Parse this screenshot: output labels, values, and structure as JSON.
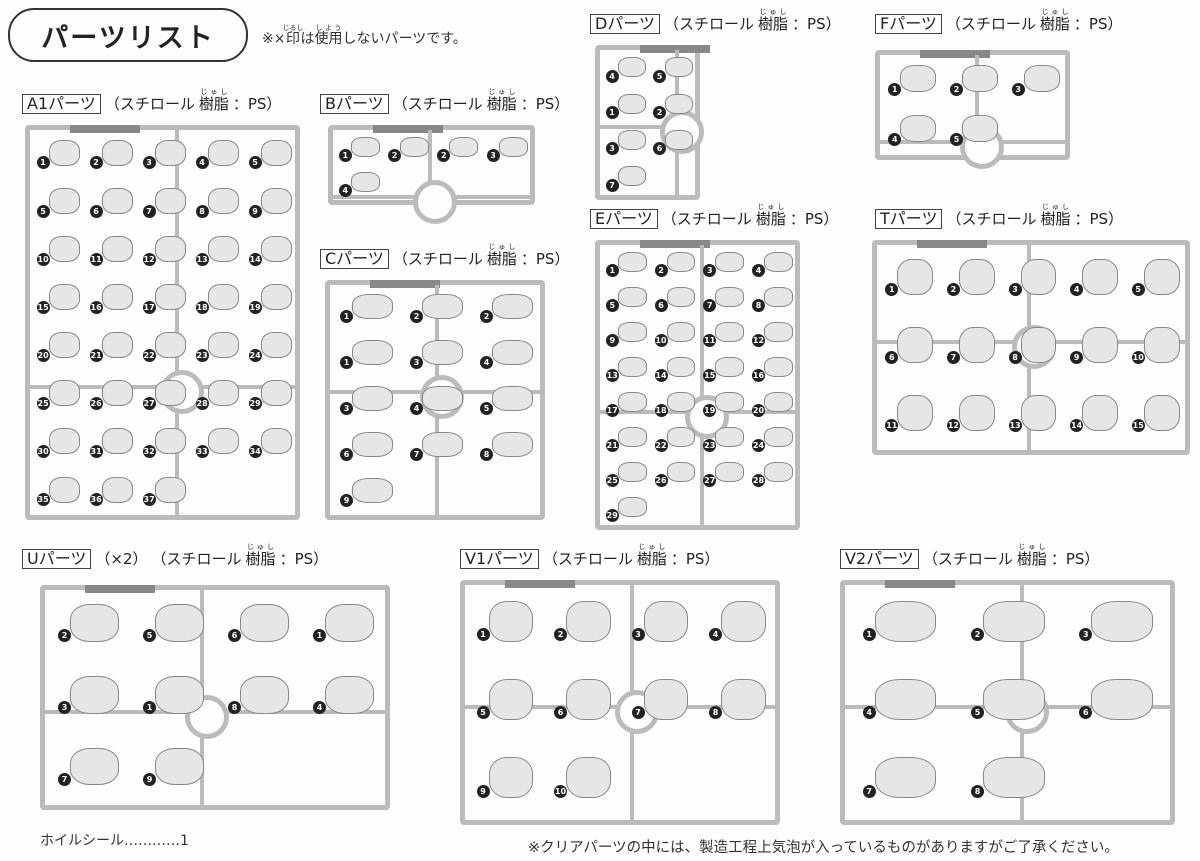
{
  "header": {
    "title": "パーツリスト",
    "note_prefix": "※×",
    "note_mark": "印",
    "note_mark_ruby": "じるし",
    "note_mid": "は",
    "note_use": "使用",
    "note_use_ruby": "しよう",
    "note_suffix": "しないパーツです。"
  },
  "material": {
    "pre": "（スチロール",
    "kanji": "樹脂",
    "ruby": "じゅし",
    "post": "：PS）"
  },
  "runners": [
    {
      "id": "a1",
      "label": "A1パーツ",
      "extra": "",
      "parts": [
        "1",
        "2",
        "3",
        "4",
        "5",
        "5",
        "6",
        "7",
        "8",
        "9",
        "10",
        "11",
        "12",
        "13",
        "14",
        "15",
        "16",
        "17",
        "18",
        "19",
        "20",
        "21",
        "22",
        "23",
        "24",
        "25",
        "26",
        "27",
        "28",
        "29",
        "30",
        "31",
        "32",
        "33",
        "34",
        "35",
        "36",
        "37"
      ]
    },
    {
      "id": "b",
      "label": "Bパーツ",
      "extra": "",
      "parts": [
        "1",
        "2",
        "2",
        "3",
        "4"
      ]
    },
    {
      "id": "c",
      "label": "Cパーツ",
      "extra": "",
      "parts": [
        "1",
        "2",
        "2",
        "1",
        "3",
        "4",
        "3",
        "4",
        "5",
        "6",
        "7",
        "8",
        "9"
      ]
    },
    {
      "id": "d",
      "label": "Dパーツ",
      "extra": "",
      "parts": [
        "4",
        "5",
        "1",
        "2",
        "3",
        "6",
        "7"
      ]
    },
    {
      "id": "e",
      "label": "Eパーツ",
      "extra": "",
      "parts": [
        "1",
        "2",
        "3",
        "4",
        "5",
        "6",
        "7",
        "8",
        "9",
        "10",
        "11",
        "12",
        "13",
        "14",
        "15",
        "16",
        "17",
        "18",
        "19",
        "20",
        "21",
        "22",
        "23",
        "24",
        "25",
        "26",
        "27",
        "28",
        "29"
      ]
    },
    {
      "id": "f",
      "label": "Fパーツ",
      "extra": "",
      "parts": [
        "1",
        "2",
        "3",
        "4",
        "5"
      ]
    },
    {
      "id": "t",
      "label": "Tパーツ",
      "extra": "",
      "parts": [
        "1",
        "2",
        "3",
        "4",
        "5",
        "6",
        "7",
        "8",
        "9",
        "10",
        "11",
        "12",
        "13",
        "14",
        "15"
      ]
    },
    {
      "id": "u",
      "label": "Uパーツ",
      "extra": "（×2）",
      "parts": [
        "2",
        "5",
        "6",
        "1",
        "3",
        "1",
        "8",
        "4",
        "7",
        "9"
      ]
    },
    {
      "id": "v1",
      "label": "V1パーツ",
      "extra": "",
      "parts": [
        "1",
        "2",
        "3",
        "4",
        "5",
        "6",
        "7",
        "8",
        "9",
        "10"
      ]
    },
    {
      "id": "v2",
      "label": "V2パーツ",
      "extra": "",
      "parts": [
        "1",
        "2",
        "3",
        "4",
        "5",
        "6",
        "7",
        "8"
      ]
    }
  ],
  "footer": {
    "foil_seal": "ホイルシール…………1",
    "clear_note": "※クリアパーツの中には、製造工程上気泡が入っているものがありますがご了承ください。"
  },
  "colors": {
    "runner": "#bbbbbb",
    "badge": "#222222"
  }
}
